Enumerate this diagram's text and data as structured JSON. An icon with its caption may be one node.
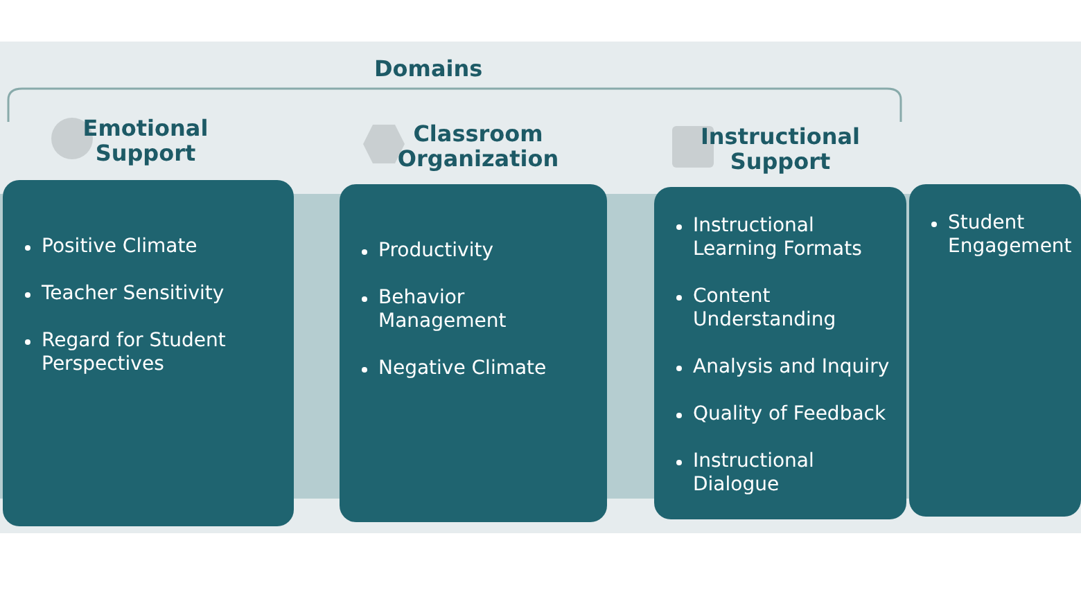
{
  "diagram": {
    "title": "Domains",
    "nodes": [
      {
        "text": [
          "Emotional Support"
        ]
      },
      {
        "text": [
          "Positive Climate",
          "Teacher Sensitivity",
          "Regard for Student Perspectives"
        ]
      },
      {
        "text": [
          "Classroom Organization"
        ]
      },
      {
        "text": [
          "Productivity",
          "Behavior Management",
          "Negative Climate"
        ]
      },
      {
        "text": [
          "Instructional Support"
        ]
      },
      {
        "text": [
          "Instructional Learning Formats",
          "Content Understanding",
          "Analysis and Inquiry",
          "Quality of Feedback",
          "Instructional Dialogue"
        ]
      },
      {
        "text": [
          "Student Engagement"
        ]
      }
    ],
    "edges": []
  }
}
